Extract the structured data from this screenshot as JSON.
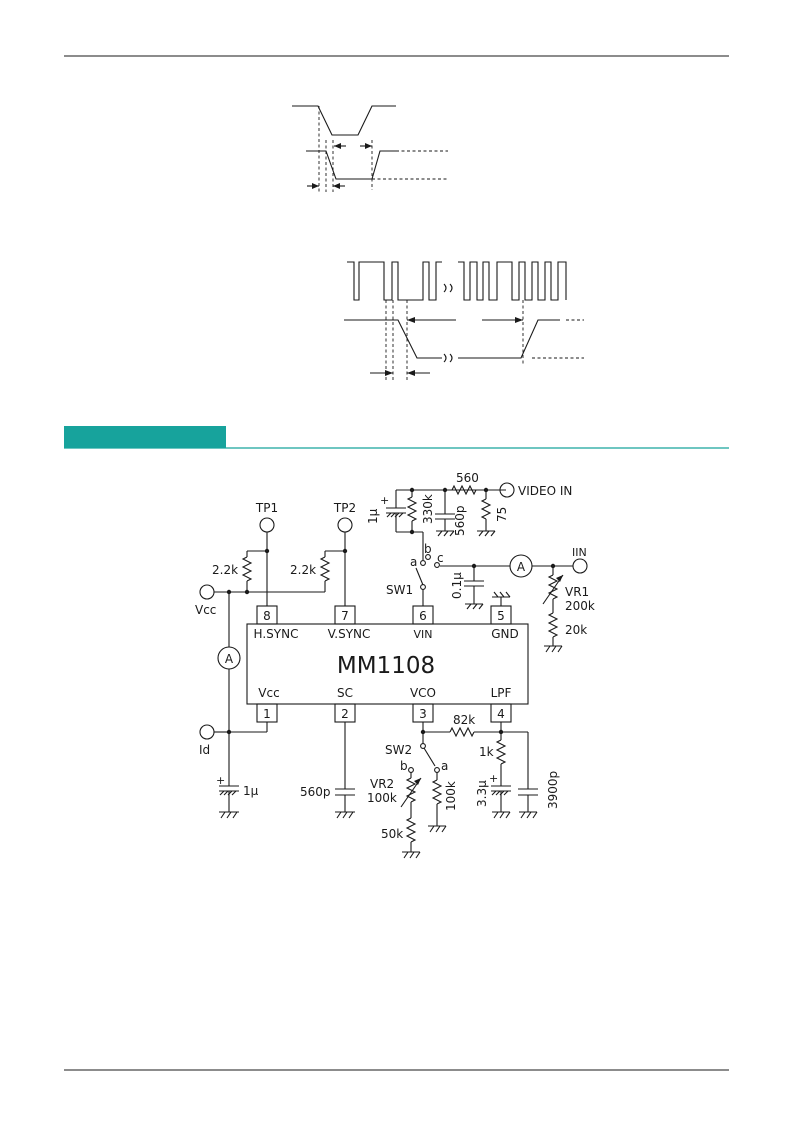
{
  "colors": {
    "section_bar": "#17a39c",
    "rule": "#17a39c",
    "ink": "#1a1a1a"
  },
  "ic": {
    "part": "MM1108",
    "pins_top": [
      {
        "num": "8",
        "label": "H.SYNC"
      },
      {
        "num": "7",
        "label": "V.SYNC"
      },
      {
        "num": "6",
        "label": "VIN"
      },
      {
        "num": "5",
        "label": "GND"
      }
    ],
    "pins_bottom": [
      {
        "num": "1",
        "label": "Vcc"
      },
      {
        "num": "2",
        "label": "SC"
      },
      {
        "num": "3",
        "label": "VCO"
      },
      {
        "num": "4",
        "label": "LPF"
      }
    ]
  },
  "labels": {
    "tp1": "TP1",
    "tp2": "TP2",
    "r_hsync": "2.2k",
    "r_vsync": "2.2k",
    "vcc": "Vcc",
    "id": "Id",
    "c_vcc": "1μ",
    "c_sc": "560p",
    "c_vin": "1μ",
    "r_vin": "330k",
    "c_vin2": "560p",
    "r_series": "560",
    "r_term": "75",
    "video_in": "VIDEO IN",
    "sw1": "SW1",
    "sw1_a": "a",
    "sw1_b": "b",
    "sw1_c": "c",
    "c_01": "0.1μ",
    "iin": "IIN",
    "vr1": "VR1",
    "vr1_val": "200k",
    "r_20k": "20k",
    "r_82k": "82k",
    "r_1k": "1k",
    "c_33": "3.3μ",
    "c_3900": "3900p",
    "sw2": "SW2",
    "sw2_a": "a",
    "sw2_b": "b",
    "vr2": "VR2",
    "vr2_val": "100k",
    "r_100k": "100k",
    "r_50k": "50k",
    "meter": "A"
  }
}
